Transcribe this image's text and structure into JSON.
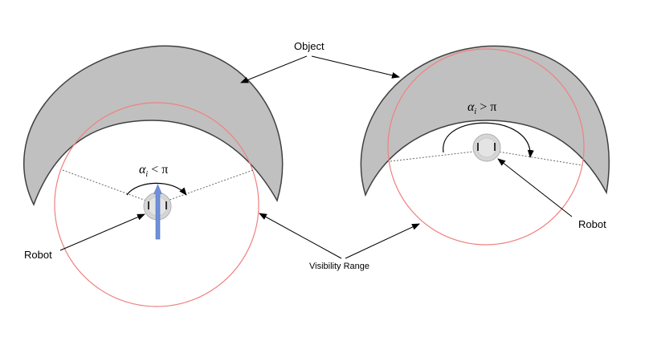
{
  "labels": {
    "object": "Object",
    "visibility_range": "Visibility Range",
    "robot_left": "Robot",
    "robot_right": "Robot"
  },
  "angles": {
    "left": {
      "symbol": "α",
      "subscript": "i",
      "relation": "< π"
    },
    "right": {
      "symbol": "α",
      "subscript": "i",
      "relation": "> π"
    }
  },
  "colors": {
    "object_fill": "#c0c0c0",
    "object_stroke": "#404040",
    "visibility_circle": "#f08080",
    "heading_arrow": "#6f8fd8",
    "robot_body": "#d6d6d6"
  },
  "icons": {
    "robot": "robot-icon",
    "heading": "heading-arrow-icon"
  }
}
